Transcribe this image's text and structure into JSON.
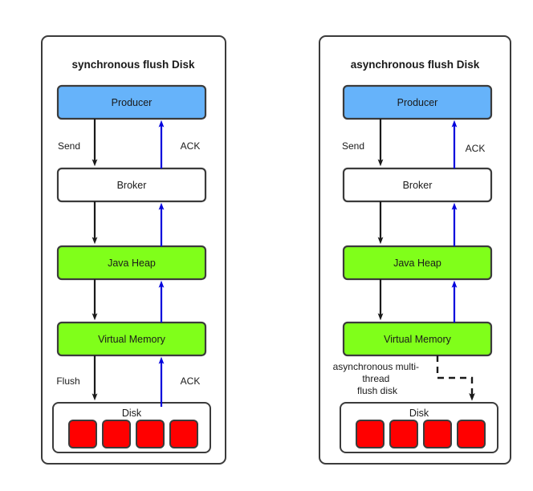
{
  "diagram": {
    "title_left": "synchronous flush Disk",
    "title_right": "asynchronous flush Disk",
    "colors": {
      "producer": "#66b3fa",
      "memory": "#80ff1a",
      "broker": "#ffffff",
      "disk_block": "#ff0000",
      "stroke": "#3b3b3b",
      "flow_request": "#1a1a1a",
      "flow_ack": "#0000dd"
    },
    "panels": [
      {
        "id": "synchronous",
        "title": "synchronous flush Disk",
        "nodes": [
          {
            "id": "producer",
            "label": "Producer",
            "style": "blue"
          },
          {
            "id": "broker",
            "label": "Broker",
            "style": "white"
          },
          {
            "id": "java-heap",
            "label": "Java Heap",
            "style": "green"
          },
          {
            "id": "virtual-memory",
            "label": "Virtual Memory",
            "style": "green"
          },
          {
            "id": "disk",
            "label": "Disk",
            "style": "container"
          }
        ],
        "disk_blocks": 4,
        "edges": [
          {
            "from": "producer",
            "to": "broker",
            "label": "Send",
            "kind": "request"
          },
          {
            "from": "broker",
            "to": "producer",
            "label": "ACK",
            "kind": "ack"
          },
          {
            "from": "broker",
            "to": "java-heap",
            "label": "",
            "kind": "request"
          },
          {
            "from": "java-heap",
            "to": "broker",
            "label": "",
            "kind": "ack"
          },
          {
            "from": "java-heap",
            "to": "virtual-memory",
            "label": "",
            "kind": "request"
          },
          {
            "from": "virtual-memory",
            "to": "java-heap",
            "label": "",
            "kind": "ack"
          },
          {
            "from": "virtual-memory",
            "to": "disk",
            "label": "Flush",
            "kind": "request"
          },
          {
            "from": "disk",
            "to": "virtual-memory",
            "label": "ACK",
            "kind": "ack"
          }
        ]
      },
      {
        "id": "asynchronous",
        "title": "asynchronous flush Disk",
        "nodes": [
          {
            "id": "producer",
            "label": "Producer",
            "style": "blue"
          },
          {
            "id": "broker",
            "label": "Broker",
            "style": "white"
          },
          {
            "id": "java-heap",
            "label": "Java Heap",
            "style": "green"
          },
          {
            "id": "virtual-memory",
            "label": "Virtual Memory",
            "style": "green"
          },
          {
            "id": "disk",
            "label": "Disk",
            "style": "container"
          }
        ],
        "disk_blocks": 4,
        "edges": [
          {
            "from": "producer",
            "to": "broker",
            "label": "Send",
            "kind": "request"
          },
          {
            "from": "broker",
            "to": "producer",
            "label": "ACK",
            "kind": "ack"
          },
          {
            "from": "broker",
            "to": "java-heap",
            "label": "",
            "kind": "request"
          },
          {
            "from": "java-heap",
            "to": "broker",
            "label": "",
            "kind": "ack"
          },
          {
            "from": "java-heap",
            "to": "virtual-memory",
            "label": "",
            "kind": "request"
          },
          {
            "from": "virtual-memory",
            "to": "java-heap",
            "label": "",
            "kind": "ack"
          },
          {
            "from": "virtual-memory",
            "to": "disk",
            "label": "asynchronous multi-thread flush disk",
            "kind": "dashed"
          }
        ],
        "async_label_lines": [
          "asynchronous multi-",
          "thread",
          "flush disk"
        ]
      }
    ],
    "labels": {
      "send": "Send",
      "ack": "ACK",
      "flush": "Flush",
      "producer": "Producer",
      "broker": "Broker",
      "java_heap": "Java Heap",
      "virtual_memory": "Virtual Memory",
      "disk": "Disk",
      "async_line1": "asynchronous multi-",
      "async_line2": "thread",
      "async_line3": "flush disk"
    }
  }
}
